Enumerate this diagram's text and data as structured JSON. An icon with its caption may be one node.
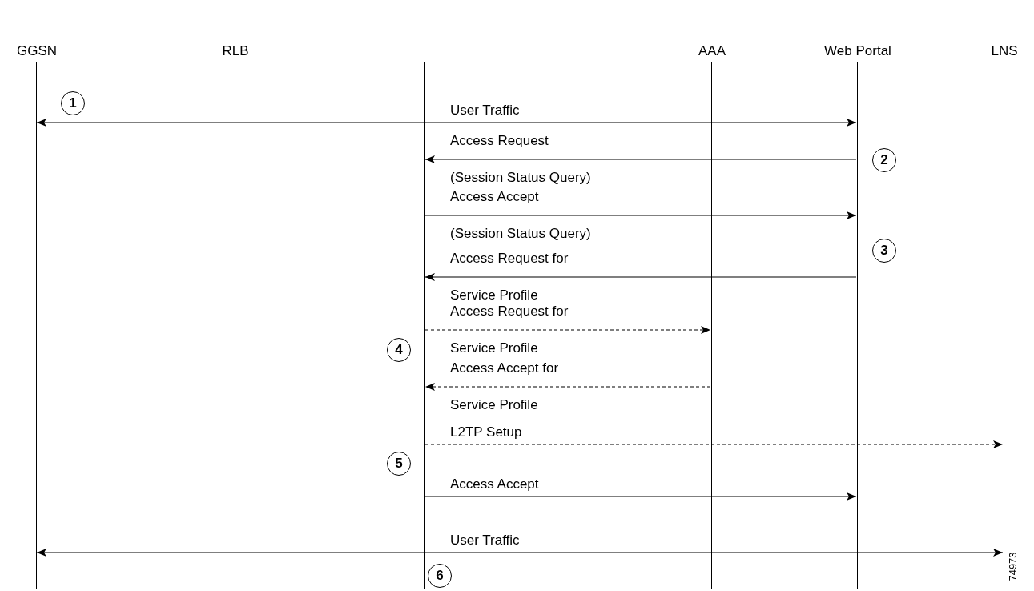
{
  "diagram": {
    "nodes": [
      {
        "text": [
          "GGSN"
        ]
      },
      {
        "text": [
          "RLB"
        ]
      },
      {
        "text": [],
        "shape": "bar"
      },
      {
        "text": [
          "AAA"
        ]
      },
      {
        "text": [
          "Web Portal"
        ]
      },
      {
        "text": [
          "LNS"
        ]
      }
    ],
    "edges": [
      {
        "from": 0,
        "to": 4,
        "arrow": "both",
        "label": "User Traffic"
      },
      {
        "from": 4,
        "to": 2,
        "arrow": "to",
        "label": "Access Request (Session Status Query)"
      },
      {
        "from": 2,
        "to": 4,
        "arrow": "to",
        "label": "Access Accept (Session Status Query)"
      },
      {
        "from": 4,
        "to": 2,
        "arrow": "to",
        "label": "Access Request for Service Profile"
      },
      {
        "from": 2,
        "to": 3,
        "arrow": "to",
        "label": "Access Request for Service Profile",
        "style": "dashed"
      },
      {
        "from": 3,
        "to": 2,
        "arrow": "to",
        "label": "Access Accept for Service Profile",
        "style": "dashed"
      },
      {
        "from": 2,
        "to": 5,
        "arrow": "to",
        "label": "L2TP Setup",
        "style": "dashed"
      },
      {
        "from": 2,
        "to": 4,
        "arrow": "to",
        "label": "Access Accept"
      },
      {
        "from": 0,
        "to": 5,
        "arrow": "both",
        "label": "User Traffic"
      }
    ],
    "labels": [
      "1",
      "2",
      "3",
      "4",
      "5",
      "6",
      "74973"
    ]
  }
}
